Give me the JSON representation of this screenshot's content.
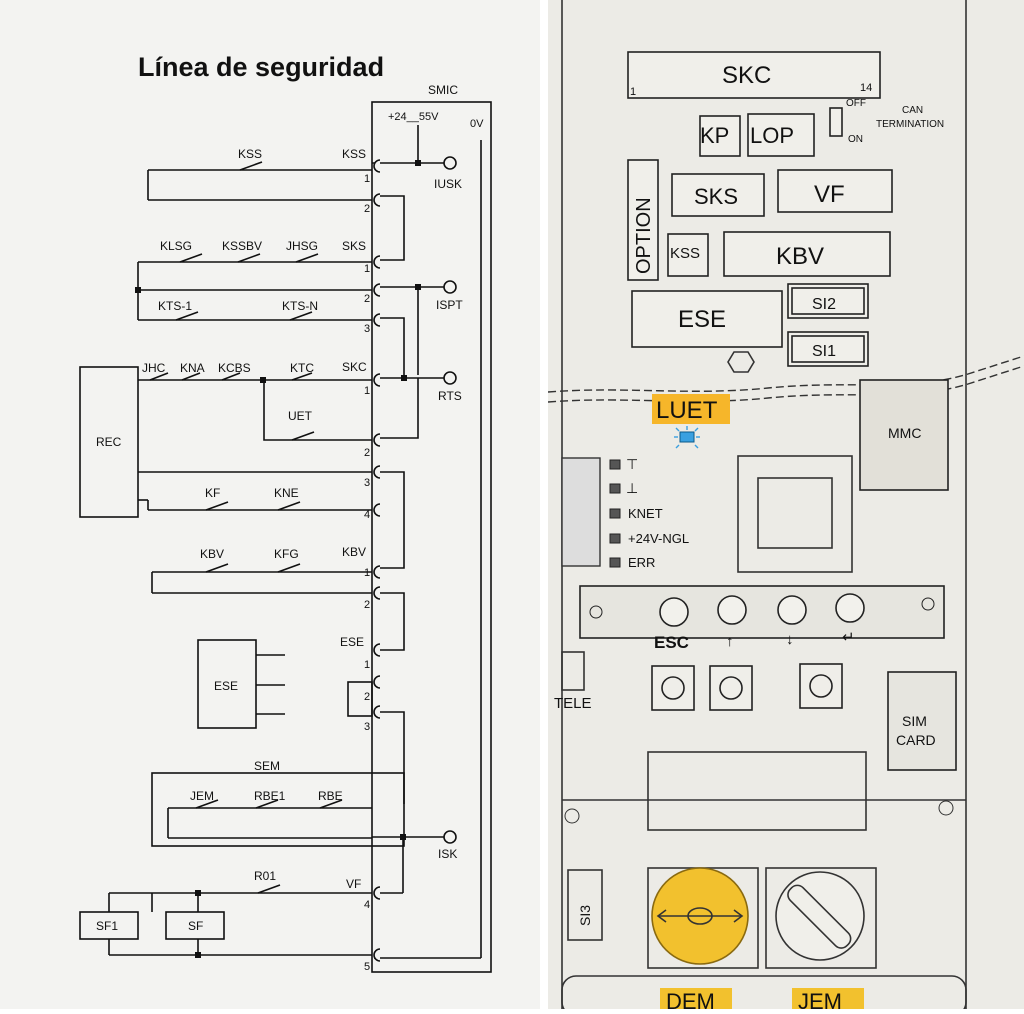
{
  "left_panel": {
    "title": "Línea de seguridad",
    "board": "SMIC",
    "supply_plus": "+24__55V",
    "supply_zero": "0V",
    "test_points": [
      "IUSK",
      "ISPT",
      "RTS",
      "ISK"
    ],
    "blocks": [
      "REC",
      "ESE",
      "SF1",
      "SF"
    ],
    "sem_label": "SEM",
    "connectors": [
      "KSS",
      "SKS",
      "SKC",
      "KBV",
      "ESE",
      "VF"
    ],
    "pins": [
      "1",
      "2",
      "3",
      "4",
      "5"
    ],
    "contacts": {
      "kss": "KSS",
      "sks_row": [
        "KLSG",
        "KSSBV",
        "JHSG"
      ],
      "kts": [
        "KTS-1",
        "KTS-N"
      ],
      "skc_row": [
        "JHC",
        "KNA",
        "KCBS",
        "KTC"
      ],
      "uet": "UET",
      "kf_row": [
        "KF",
        "KNE"
      ],
      "kbv_row": [
        "KBV",
        "KFG"
      ],
      "sem_row": [
        "JEM",
        "RBE1",
        "RBE"
      ],
      "r01": "R01"
    }
  },
  "right_panel": {
    "slots": {
      "skc": "SKC",
      "skc_num_left": "1",
      "skc_num_right": "14",
      "kp": "KP",
      "lop": "LOP",
      "sks": "SKS",
      "vf": "VF",
      "kss": "KSS",
      "kbv": "KBV",
      "ese": "ESE",
      "si2": "SI2",
      "si1": "SI1",
      "one": "1",
      "option": "OPTION"
    },
    "switch": {
      "off": "OFF",
      "on": "ON",
      "can": "CAN",
      "termination": "TERMINATION"
    },
    "luet": "LUET",
    "mmc": "MMC",
    "leds": [
      "KNET",
      "+24V-NGL",
      "ERR"
    ],
    "buttons": [
      "ESC",
      "↑",
      "↓",
      "↵"
    ],
    "tele": "TELE",
    "sim": [
      "SIM",
      "CARD"
    ],
    "si3": "SI3",
    "bottom_labels": [
      "DEM",
      "JEM"
    ],
    "colors": {
      "yellow": "#f2c12e",
      "luet_bg": "#f6b62a",
      "led_blue": "#3aa0e0"
    }
  }
}
